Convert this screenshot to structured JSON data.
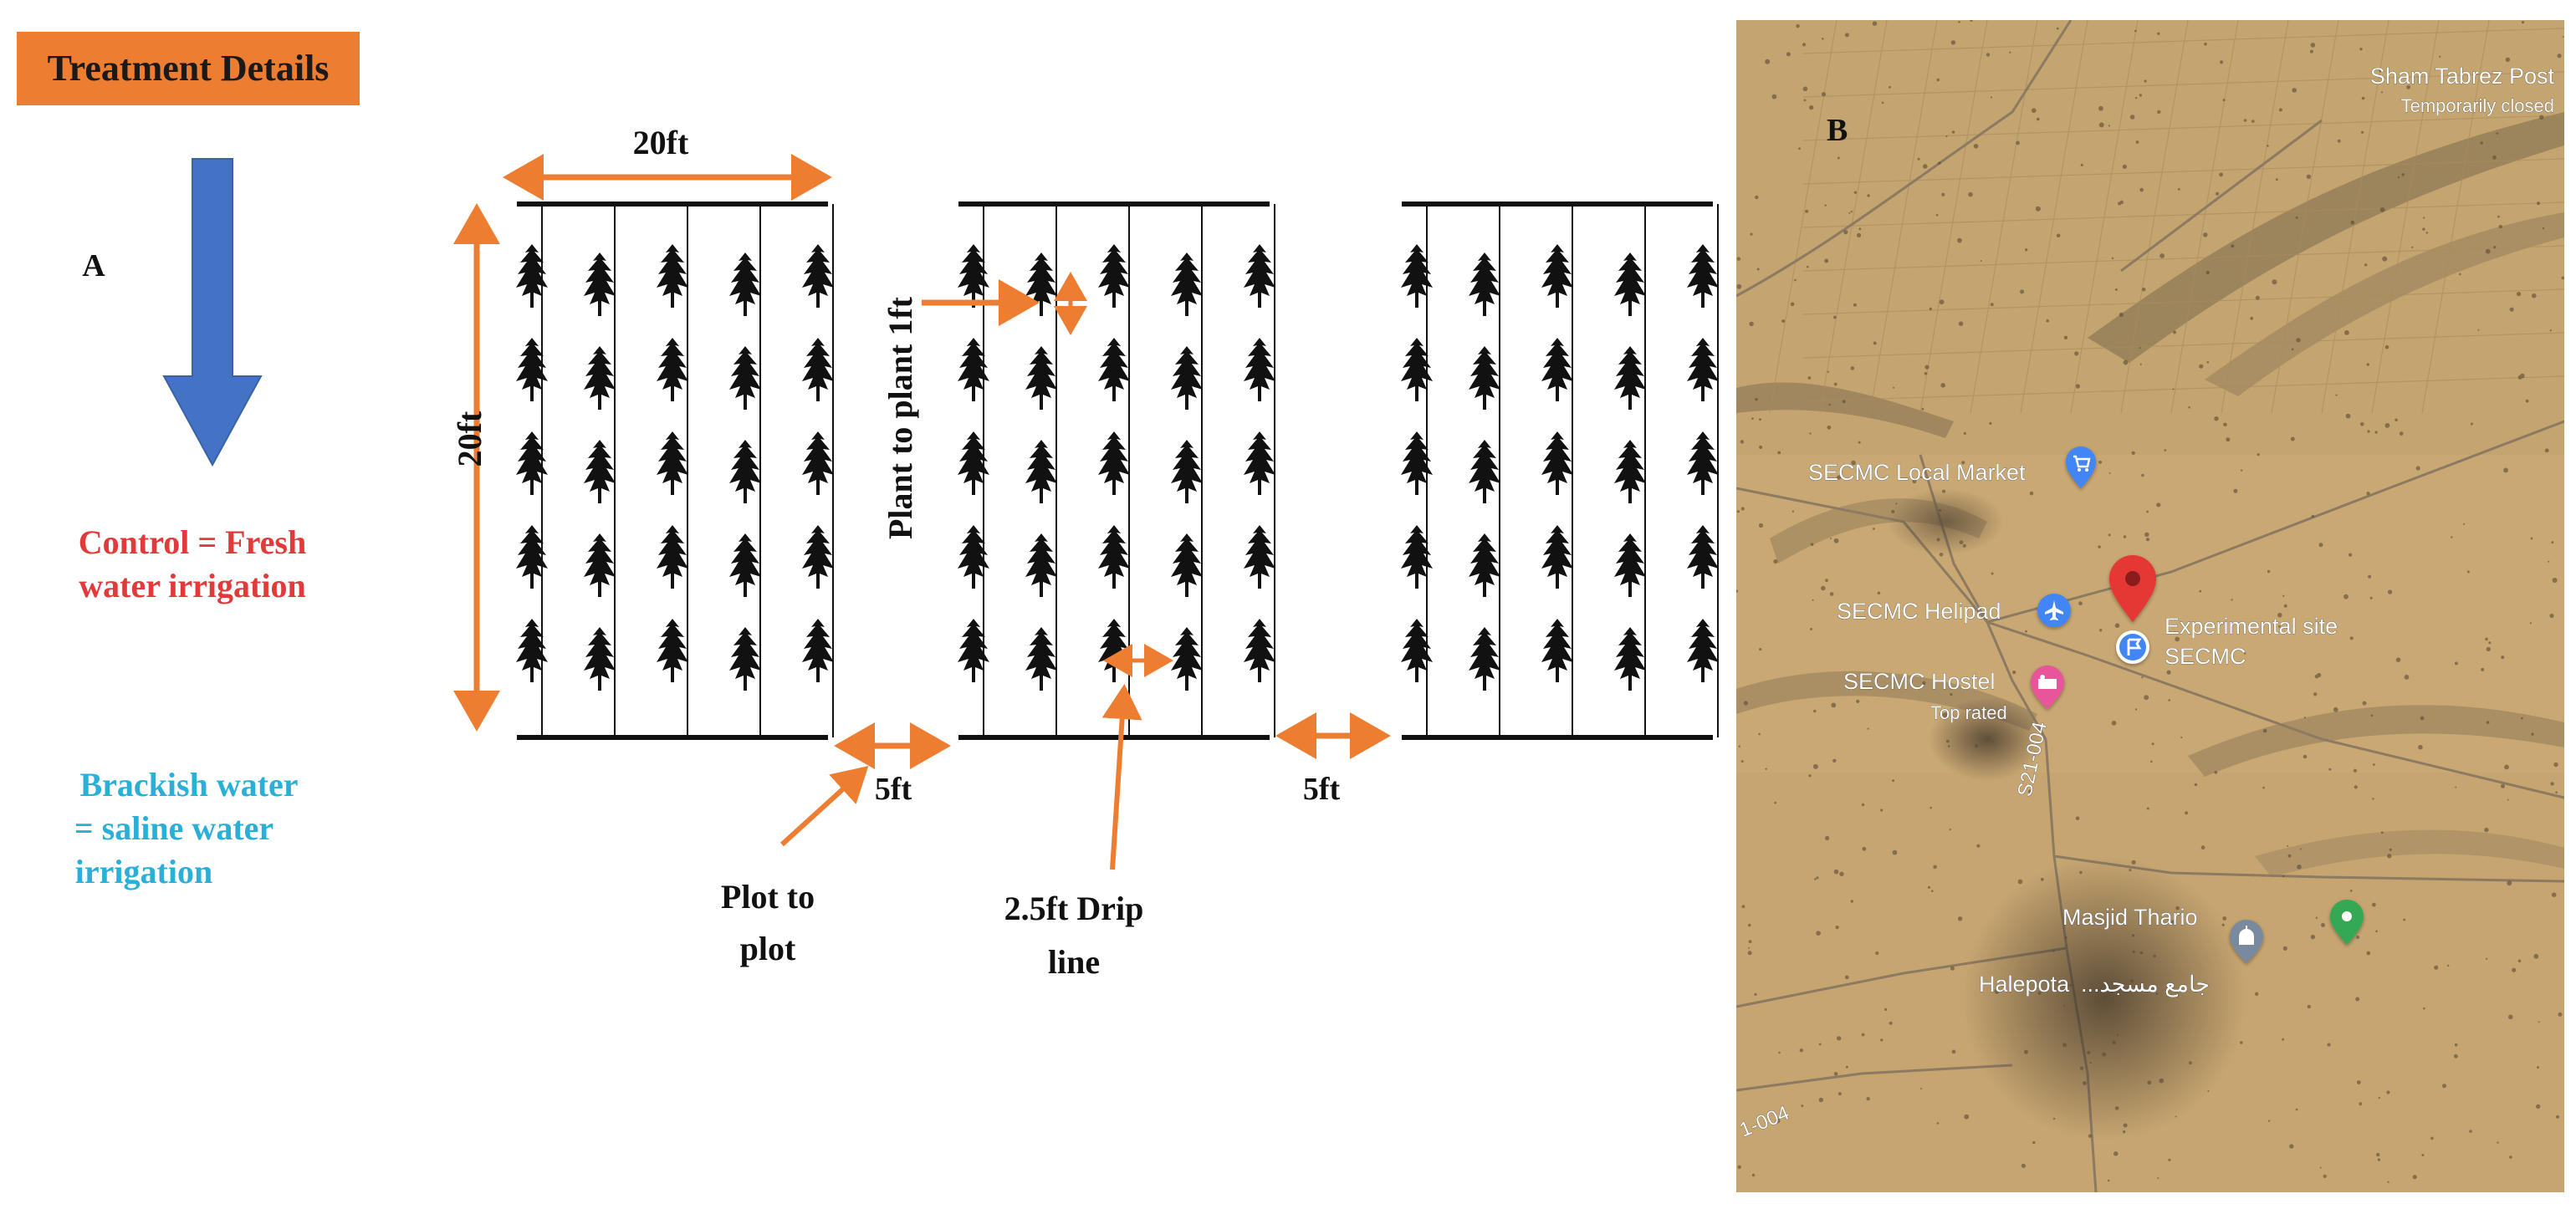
{
  "panel_a": {
    "header": "Treatment Details",
    "label": "A",
    "control_line1": "Control = Fresh",
    "control_line2": "water irrigation",
    "brackish_line1": "Brackish water",
    "brackish_line2": "= saline water",
    "brackish_line3": "irrigation"
  },
  "layout_labels": {
    "plot_width": "20ft",
    "plot_length": "20ft",
    "plant_spacing": "Plant to plant 1ft",
    "gap_1": "5ft",
    "gap_2": "5ft",
    "plot_to_plot_line1": "Plot to",
    "plot_to_plot_line2": "plot",
    "drip_line1": "2.5ft Drip",
    "drip_line2": "line"
  },
  "plots": [
    {
      "rows": 5,
      "plants_per_row": 5
    },
    {
      "rows": 5,
      "plants_per_row": 5
    },
    {
      "rows": 5,
      "plants_per_row": 5
    }
  ],
  "panel_b": {
    "label": "B",
    "labels": {
      "sham_tabrez": "Sham Tabrez Post",
      "temporarily_closed": "Temporarily closed",
      "local_market": "SECMC Local Market",
      "helipad": "SECMC Helipad",
      "experimental_site_1": "Experimental site",
      "experimental_site_2": "SECMC",
      "hostel": "SECMC Hostel",
      "top_rated": "Top rated",
      "masjid": "Masjid Thario",
      "halepota": "Halepota",
      "masjid_urdu": "...جامع مسجد",
      "road_1": "S21-004",
      "road_2": "1-004"
    },
    "icons": {
      "market": "shopping-cart-icon",
      "helipad": "airplane-icon",
      "experimental": "flag-pin-icon",
      "hostel": "bed-icon",
      "masjid": "mosque-icon",
      "green_pin": "place-pin-icon"
    }
  },
  "colors": {
    "orange": "#ED7D31",
    "header_bg": "#ED7D31",
    "arrow_blue": "#4472C4",
    "control_red": "#E03A3A",
    "brackish_cyan": "#2AAFD8",
    "map_base": "#C9A873",
    "pin_red": "#E53935",
    "pin_blue": "#4285F4",
    "pin_pink": "#E8549A",
    "pin_green": "#34A853",
    "pin_gray": "#7A8A9E"
  }
}
